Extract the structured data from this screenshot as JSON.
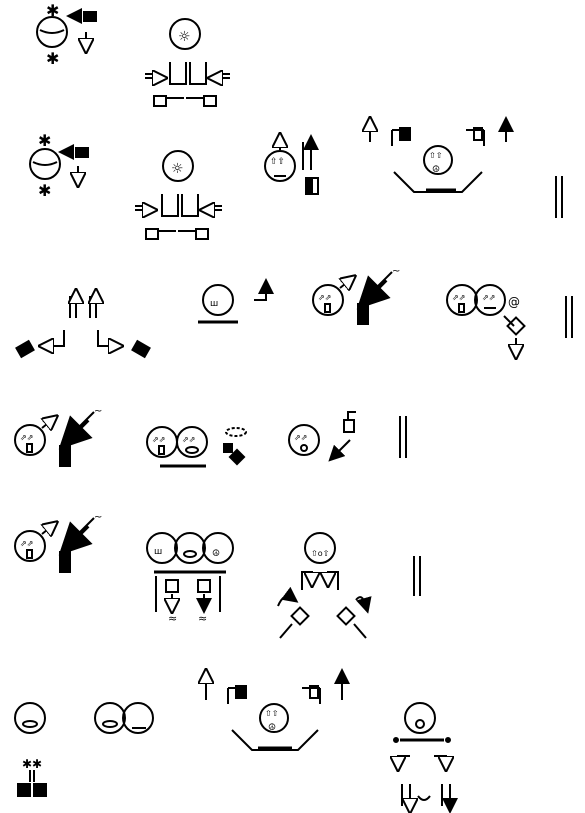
{
  "document": {
    "notation": "SignWriting",
    "colors": {
      "ink": "#000000",
      "paper": "#ffffff"
    },
    "rows": [
      {
        "signs": [
          "sign-r1-a",
          "sign-r1-b"
        ]
      },
      {
        "signs": [
          "sign-r2-a",
          "sign-r2-b",
          "sign-r2-c",
          "sign-r2-d"
        ],
        "end_bar": true
      },
      {
        "signs": [
          "sign-r3-a",
          "sign-r3-b",
          "sign-r3-c",
          "sign-r3-d"
        ],
        "end_bar": true
      },
      {
        "signs": [
          "sign-r4-a",
          "sign-r4-b",
          "sign-r4-c"
        ],
        "end_bar": true
      },
      {
        "signs": [
          "sign-r5-a",
          "sign-r5-b",
          "sign-r5-c"
        ],
        "end_bar": true
      },
      {
        "signs": [
          "sign-r6-a",
          "sign-r6-b",
          "sign-r6-c",
          "sign-r6-d"
        ]
      }
    ]
  }
}
